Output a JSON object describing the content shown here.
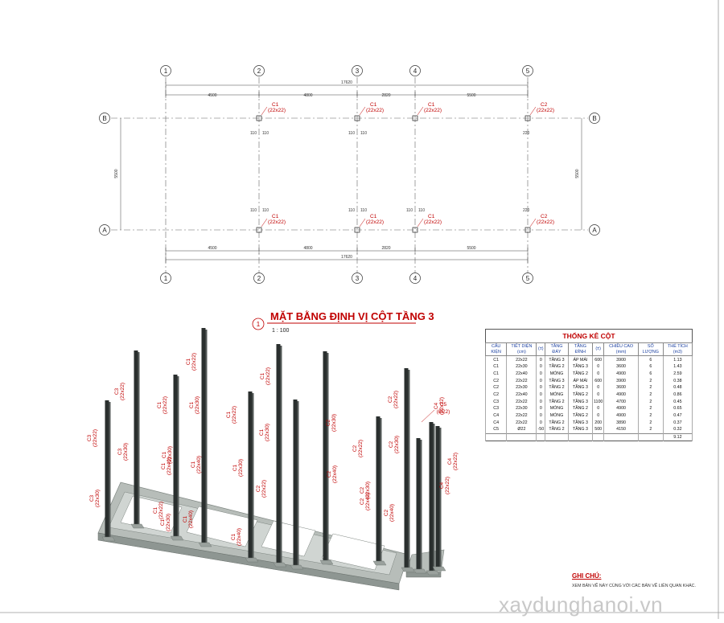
{
  "plan": {
    "grid_numbers": [
      "1",
      "2",
      "3",
      "4",
      "5"
    ],
    "grid_letters": [
      "B",
      "A"
    ],
    "dim_segments": [
      "4500",
      "4800",
      "2820",
      "5500"
    ],
    "dim_total": "17620",
    "dim_vertical": "5500",
    "offset_110": "110",
    "offset_220": "220",
    "column_labels": [
      {
        "name": "C1",
        "size": "(22x22)"
      },
      {
        "name": "C1",
        "size": "(22x22)"
      },
      {
        "name": "C1",
        "size": "(22x22)"
      },
      {
        "name": "C2",
        "size": "(22x22)"
      },
      {
        "name": "C1",
        "size": "(22x22)"
      },
      {
        "name": "C1",
        "size": "(22x22)"
      },
      {
        "name": "C1",
        "size": "(22x22)"
      },
      {
        "name": "C2",
        "size": "(22x22)"
      }
    ]
  },
  "drawing": {
    "number": "1",
    "title": "MẶT BẰNG ĐỊNH VỊ CỘT TẦNG 3",
    "scale": "1 : 100"
  },
  "iso_labels": [
    {
      "name": "C3",
      "size": "(22x22)"
    },
    {
      "name": "C3",
      "size": "(22x30)"
    },
    {
      "name": "C3",
      "size": "(22x30)"
    },
    {
      "name": "C3",
      "size": "(22x22)"
    },
    {
      "name": "C1",
      "size": "(22x22)"
    },
    {
      "name": "C1",
      "size": "(22x30)"
    },
    {
      "name": "C1",
      "size": "(22x40)"
    },
    {
      "name": "C1",
      "size": "(22x22)"
    },
    {
      "name": "C1",
      "size": "(22x30)"
    },
    {
      "name": "C1",
      "size": "(22x40)"
    },
    {
      "name": "C1",
      "size": "(22x22)"
    },
    {
      "name": "C1",
      "size": "(22x30)"
    },
    {
      "name": "C1",
      "size": "(22x40)"
    },
    {
      "name": "C2",
      "size": "(22x22)"
    },
    {
      "name": "C2",
      "size": "(22x30)"
    },
    {
      "name": "C2",
      "size": "(22x40)"
    },
    {
      "name": "C2",
      "size": "(22x22)"
    },
    {
      "name": "C2",
      "size": "(22x30)"
    },
    {
      "name": "C2",
      "size": "(22x40)"
    },
    {
      "name": "C1",
      "size": "(22x22)"
    },
    {
      "name": "C1",
      "size": "(22x30)"
    },
    {
      "name": "C1",
      "size": "(22x40)"
    },
    {
      "name": "C1",
      "size": "(22x22)"
    },
    {
      "name": "C1",
      "size": "(22x30)"
    },
    {
      "name": "C2",
      "size": "(22x22)"
    },
    {
      "name": "C2",
      "size": "(22x30)"
    },
    {
      "name": "C2",
      "size": "(22x40)"
    },
    {
      "name": "C5",
      "size": "(Ø22)"
    },
    {
      "name": "C4",
      "size": "(22x22)"
    },
    {
      "name": "C4",
      "size": "(22x22)"
    },
    {
      "name": "C4",
      "size": "(22x22)"
    }
  ],
  "table": {
    "title": "THỐNG KÊ CỘT",
    "headers": [
      "CẤU KIỆN",
      "TIẾT DIỆN (cm)",
      "(±)",
      "TẦNG ĐÁY",
      "TẦNG ĐỈNH",
      "(±)",
      "CHIỀU CAO (mm)",
      "SỐ LƯỢNG",
      "THỂ TÍCH (m3)"
    ],
    "rows": [
      [
        "C1",
        "22x22",
        "0",
        "TẦNG 3",
        "ÁP MÁI",
        "600",
        "3900",
        "6",
        "1.13"
      ],
      [
        "C1",
        "22x30",
        "0",
        "TẦNG 2",
        "TẦNG 3",
        "0",
        "3600",
        "6",
        "1.43"
      ],
      [
        "C1",
        "22x40",
        "0",
        "MÓNG",
        "TẦNG 2",
        "0",
        "4900",
        "6",
        "2.59"
      ],
      [
        "C2",
        "22x22",
        "0",
        "TẦNG 3",
        "ÁP MÁI",
        "600",
        "3900",
        "2",
        "0.38"
      ],
      [
        "C2",
        "22x30",
        "0",
        "TẦNG 2",
        "TẦNG 3",
        "0",
        "3600",
        "2",
        "0.48"
      ],
      [
        "C2",
        "22x40",
        "0",
        "MÓNG",
        "TẦNG 2",
        "0",
        "4900",
        "2",
        "0.86"
      ],
      [
        "C3",
        "22x22",
        "0",
        "TẦNG 2",
        "TẦNG 3",
        "1100",
        "4700",
        "2",
        "0.45"
      ],
      [
        "C3",
        "22x30",
        "0",
        "MÓNG",
        "TẦNG 2",
        "0",
        "4900",
        "2",
        "0.65"
      ],
      [
        "C4",
        "22x22",
        "0",
        "MÓNG",
        "TẦNG 2",
        "0",
        "4900",
        "2",
        "0.47"
      ],
      [
        "C4",
        "22x22",
        "0",
        "TẦNG 2",
        "TẦNG 3",
        "200",
        "3890",
        "2",
        "0.37"
      ],
      [
        "C5",
        "Ø22",
        "-50",
        "TẦNG 2",
        "TẦNG 3",
        "500",
        "4150",
        "2",
        "0.32"
      ]
    ],
    "total": "9.12"
  },
  "notes": {
    "title": "GHI CHÚ:",
    "text": "XEM BẢN VẼ NÀY CÙNG VỚI CÁC BẢN VẼ LIÊN QUAN KHÁC."
  },
  "watermark": "xaydunghanoi.vn",
  "colors": {
    "red": "#c00000",
    "column": "#2a2f2e",
    "beam": "#b4bab6",
    "grid": "#555555"
  }
}
